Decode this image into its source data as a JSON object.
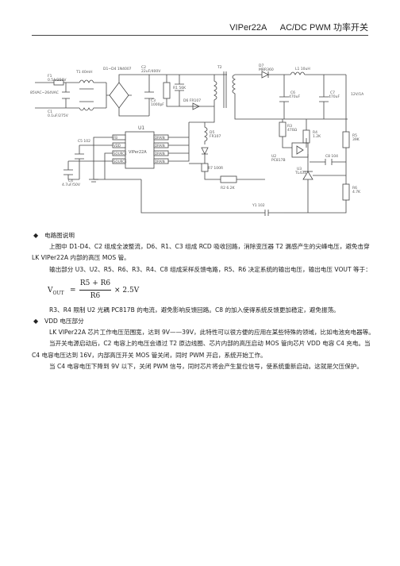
{
  "header": {
    "part": "VIPer22A",
    "title": "AC/DC PWM 功率开关"
  },
  "schematic": {
    "chip_ref": "U1",
    "chip_name": "VIPer22A",
    "pins": [
      "DRAIN",
      "DRAIN",
      "DRAIN",
      "DRAIN",
      "FB",
      "VDD",
      "SOURCE",
      "SOURCE"
    ],
    "labels": {
      "f1": "F1",
      "f1v": "0.5A/250V",
      "t1": "T1 40mH",
      "bridge": "D1~D4 1N4007",
      "c2": "C2",
      "c2v": "22uF/400V",
      "r1": "R1 56K",
      "d6": "D6 FR107",
      "c3": "C3",
      "c3v": "1000pF",
      "ac": "85VAC~264VAC",
      "c1": "C1",
      "c1v": "0.1uF/275V",
      "d7": "D7",
      "d7v": "MBR360",
      "l1": "L1 10uH",
      "c6": "C6",
      "c6v": "470uF",
      "c7": "C7",
      "c7v": "470uF",
      "vout": "12V/1A",
      "t2": "T2",
      "r3": "R3",
      "r3v": "470Ω",
      "r5": "R5",
      "r5v": "39K",
      "r4": "R4",
      "r4v": "1.2K",
      "c8": "C8 104",
      "d5": "D5",
      "d5v": "FR107",
      "u2": "U2",
      "u2v": "PC817B",
      "u3": "U3",
      "u3v": "TL431",
      "r6": "R6",
      "r6v": "4.7K",
      "c5": "C5 102",
      "c4": "C4",
      "c4v": "4.7uF/50V",
      "r7": "R7 100R",
      "r2": "R2 6.2K",
      "y1": "Y1 102"
    }
  },
  "s1": {
    "title": "电路图说明",
    "p1": "上图中 D1-D4、C2 组成全波整流，D6、R1、C3 组成 RCD 吸收回路，消除变压器 T2 漏感产生的尖峰电压，避免击穿 LK VIPer22A 内部的高压 MOS 管。",
    "p2": "输出部分 U3、U2、R5、R6、R3、R4、C8 组成采样反馈电路，R5、R6 决定系统的输出电压，输出电压 VOUT 等于：",
    "formula": {
      "v": "V",
      "sub": "OUT",
      "eq": "=",
      "num": "R5 + R6",
      "den": "R6",
      "rest": "× 2.5V"
    },
    "p3": "R3、R4 限制 U2 光耦 PC817B 的电流，避免影响反馈回路。C8 的加入使得系统反馈更加稳定，避免振荡。"
  },
  "s2": {
    "title": "VDD 电压部分",
    "p1": "LK VIPer22A 芯片工作电压范围宽，达到 9V——39V，此特性可以很方便的应用在某些特殊的领域，比如电池充电器等。",
    "p2": "当开关电源启动后，C2 电容上的电压会通过 T2 原边线圈、芯片内部的高压启动 MOS 管向芯片 VDD 电容 C4 充电。当 C4 电容电压达到 16V，内部高压开关 MOS 管关闭，同时 PWM 开启，系统开始工作。",
    "p3": "当 C4 电容电压下降到 9V 以下，关闭 PWM 信号，同时芯片将会产生复位信号，使系统重新启动。这就是欠压保护。"
  }
}
